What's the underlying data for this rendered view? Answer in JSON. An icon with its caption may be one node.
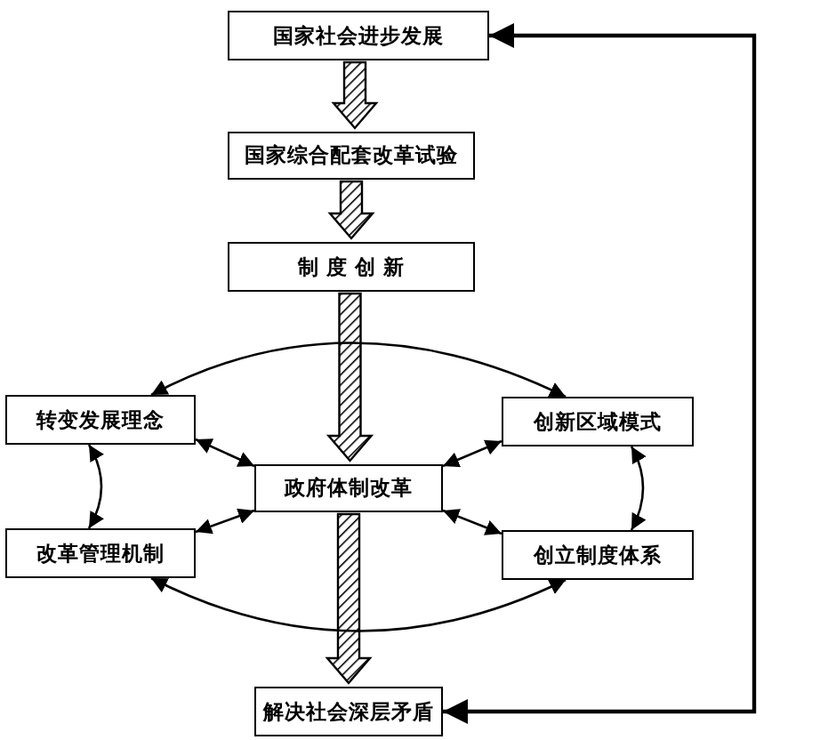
{
  "diagram": {
    "nodes": [
      {
        "text": [
          "国家社会进步发展"
        ]
      },
      {
        "text": [
          "国家综合配套改革试验"
        ]
      },
      {
        "text": [
          "制 度 创 新"
        ]
      },
      {
        "text": [
          "转变发展理念"
        ]
      },
      {
        "text": [
          "创新区域模式"
        ]
      },
      {
        "text": [
          "政府体制改革"
        ]
      },
      {
        "text": [
          "改革管理机制"
        ]
      },
      {
        "text": [
          "创立制度体系"
        ]
      },
      {
        "text": [
          "解决社会深层矛盾"
        ]
      }
    ],
    "edges": [
      {
        "from": 0,
        "to": 1,
        "arrow": "to",
        "style": "thick"
      },
      {
        "from": 1,
        "to": 2,
        "arrow": "to",
        "style": "thick"
      },
      {
        "from": 2,
        "to": 5,
        "arrow": "to",
        "style": "thick"
      },
      {
        "from": 5,
        "to": 8,
        "arrow": "to",
        "style": "thick"
      },
      {
        "from": 3,
        "to": 4,
        "arrow": "both"
      },
      {
        "from": 3,
        "to": 6,
        "arrow": "both"
      },
      {
        "from": 4,
        "to": 7,
        "arrow": "both"
      },
      {
        "from": 3,
        "to": 5,
        "arrow": "both"
      },
      {
        "from": 4,
        "to": 5,
        "arrow": "both"
      },
      {
        "from": 6,
        "to": 5,
        "arrow": "both"
      },
      {
        "from": 7,
        "to": 5,
        "arrow": "both"
      },
      {
        "from": 6,
        "to": 7,
        "arrow": "both"
      },
      {
        "from": 8,
        "to": 0,
        "arrow": "both"
      }
    ]
  }
}
